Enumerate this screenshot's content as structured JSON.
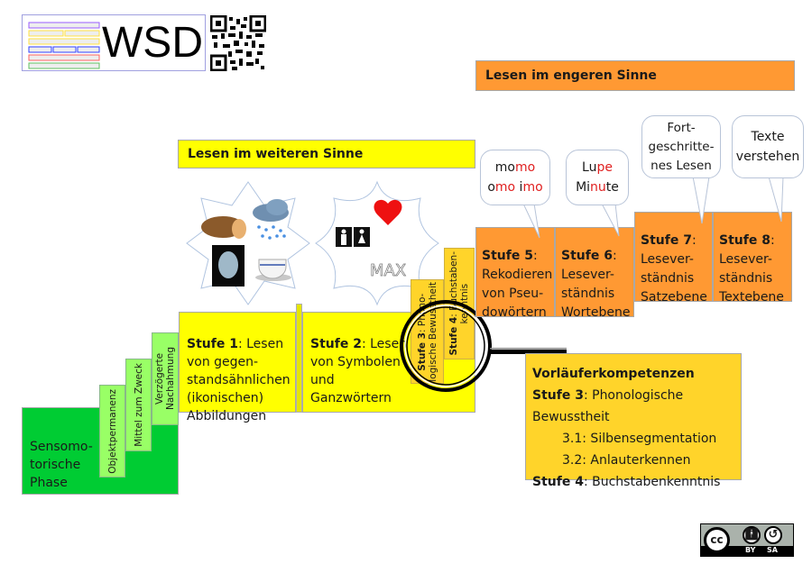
{
  "logo": {
    "title": "WSD",
    "logo_icon": "wsd-diagram-thumbnail-icon",
    "qr_icon": "qr-code-icon"
  },
  "headers": {
    "narrow": "Lesen im engeren Sinne",
    "wide": "Lesen im weiteren Sinne"
  },
  "colors": {
    "yellow": "#ffff00",
    "orange": "#ff9933",
    "amber": "#ffd42a",
    "green": "#00cc33",
    "light_green": "#99ff66"
  },
  "sensomotor": {
    "label": "Sensomo-\ntorische\nPhase",
    "substeps": [
      "Objektpermanenz",
      "Mittel zum Zweck",
      "Verzögerte\nNachahmung"
    ]
  },
  "stages": [
    {
      "id": "1",
      "title": "Stufe 1",
      "text": "Lesen\nvon gegen-\nstandsähnlichen\n(ikonischen)\nAbbildungen"
    },
    {
      "id": "2",
      "title": "Stufe 2",
      "text": "Lesen\nvon Symbolen\nund\nGanzwörtern"
    },
    {
      "id": "3",
      "title": "Stufe 3",
      "text": "Phono-\nlogische Bewusstheit"
    },
    {
      "id": "4",
      "title": "Stufe 4",
      "text": "Buchstaben-\nkenntnis"
    },
    {
      "id": "5",
      "title": "Stufe 5",
      "text": "Rekodieren\nvon Pseu-\ndowörtern"
    },
    {
      "id": "6",
      "title": "Stufe 6",
      "text": "Lesever-\nständnis\nWortebene"
    },
    {
      "id": "7",
      "title": "Stufe 7",
      "text": "Lesever-\nständnis\nSatzebene"
    },
    {
      "id": "8",
      "title": "Stufe 8",
      "text": "Lesever-\nständnis\nTextebene"
    }
  ],
  "bubbles": {
    "b5_line1_a": "mo",
    "b5_line1_b": "mo",
    "b5_line2_a": "o",
    "b5_line2_b": "mo",
    "b5_line2_c": " i",
    "b5_line2_d": "mo",
    "b6_line1_a": "Lu",
    "b6_line1_b": "pe",
    "b6_line2_a": "Mi",
    "b6_line2_b": "nu",
    "b6_line2_c": "te",
    "b7": "Fort-\ngeschritte-\nnes Lesen",
    "b8": "Texte\nverstehen"
  },
  "illustrations": {
    "stage1_icons": [
      "bread-icon",
      "rain-cloud-icon",
      "face-portrait-icon",
      "coffee-cup-icon"
    ],
    "stage2_icons": [
      "heart-icon",
      "restroom-sign-icon"
    ],
    "stage2_handwriting": "MAX"
  },
  "precursor": {
    "title": "Vorläuferkompetenzen",
    "s3_label": "Stufe 3",
    "s3_text": ": Phonologische Bewusstheit",
    "s31": "3.1: Silbensegmentation",
    "s32": "3.2: Anlauterkennen",
    "s4_label": "Stufe 4",
    "s4_text": ": Buchstabenkenntnis"
  },
  "license": {
    "cc": "cc",
    "by": "BY",
    "sa": "SA"
  }
}
